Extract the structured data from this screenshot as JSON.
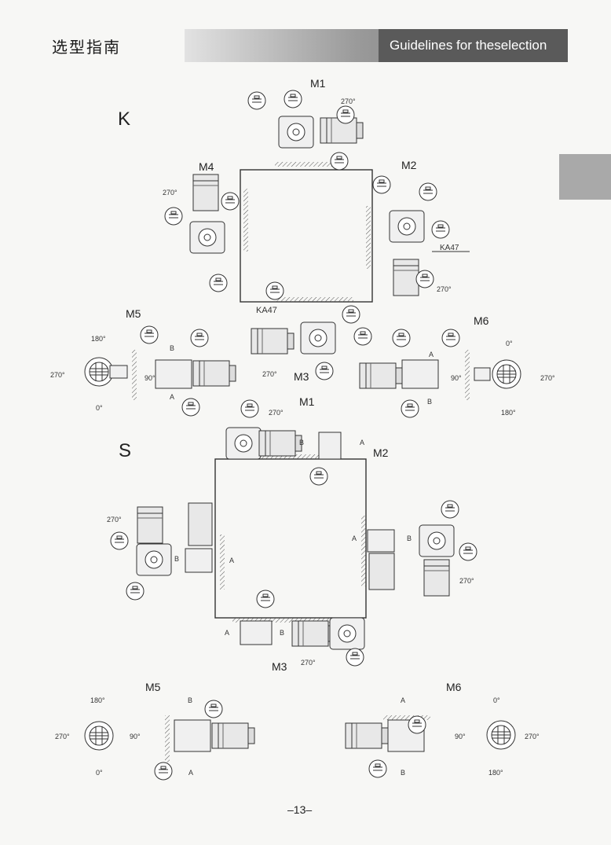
{
  "header": {
    "title_zh": "选型指南",
    "title_en": "Guidelines for theselection"
  },
  "section_k": {
    "letter": "K",
    "positions": {
      "m1": "M1",
      "m2": "M2",
      "m3": "M3",
      "m4": "M4",
      "m5": "M5",
      "m6": "M6"
    },
    "model": "KA47",
    "model_b": "KA47",
    "angles": {
      "m1": "270°",
      "m4": "270°",
      "m2": "270°",
      "m3": "270°",
      "m5_top": "180°",
      "m5_left": "270°",
      "m5_right": "90°",
      "m5_bottom": "0°",
      "m6_top": "0°",
      "m6_left": "90°",
      "m6_right": "270°",
      "m6_bottom": "180°"
    },
    "shaft": {
      "m5_a": "A",
      "m5_b": "B",
      "m6_a": "A",
      "m6_b": "B"
    }
  },
  "section_s": {
    "letter": "S",
    "positions": {
      "m1": "M1",
      "m2": "M2",
      "m3": "M3",
      "m5": "M5",
      "m6": "M6"
    },
    "angles": {
      "m1": "270°",
      "m4": "270°",
      "m2": "270°",
      "m3": "270°",
      "m5_top": "180°",
      "m5_left": "270°",
      "m5_right": "90°",
      "m5_bottom": "0°",
      "m6_top": "0°",
      "m6_left": "90°",
      "m6_right": "270°",
      "m6_bottom": "180°"
    },
    "shaft": {
      "m1_a": "A",
      "m1_b": "B",
      "left_a": "A",
      "left_b": "B",
      "m2_a": "A",
      "m2_b": "B",
      "m3_a": "A",
      "m3_b": "B",
      "m5_a": "A",
      "m5_b": "B",
      "m6_a": "A",
      "m6_b": "B"
    }
  },
  "page_number": "–13–"
}
